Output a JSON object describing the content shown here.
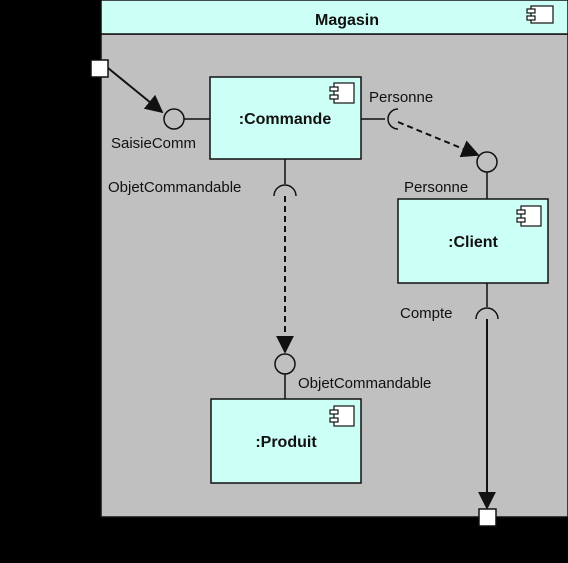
{
  "container": {
    "title": "Magasin",
    "header_color": "#ccfff5",
    "body_color": "#c0c0c0",
    "icon": "component-icon"
  },
  "components": {
    "commande": {
      "label": ":Commande",
      "icon": "component-icon"
    },
    "client": {
      "label": ":Client",
      "icon": "component-icon"
    },
    "produit": {
      "label": ":Produit",
      "icon": "component-icon"
    }
  },
  "interfaces": {
    "saisie_commande": "SaisieComm",
    "commande_personne": "Personne",
    "commande_objet": "ObjetCommandable",
    "client_personne": "Personne",
    "client_compte": "Compte",
    "produit_objet": "ObjetCommandable"
  },
  "colors": {
    "component_fill": "#ccfff5",
    "line": "#111111"
  }
}
